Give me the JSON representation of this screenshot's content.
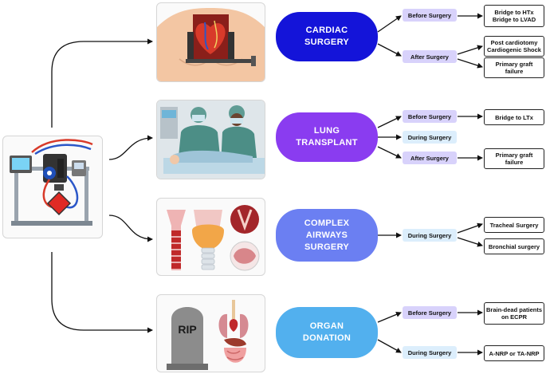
{
  "colors": {
    "cardiac": "#1414d9",
    "lung": "#8a3cf0",
    "airways": "#6b7ff2",
    "organ": "#52b0ee",
    "stage_purple": "#d8d2fb",
    "stage_blue": "#dceefc"
  },
  "icons": {
    "ecmo_machine": "ecmo-machine-icon",
    "cardiac": "open-chest-heart-icon",
    "lung": "surgeons-operating-icon",
    "airways": "trachea-larynx-icon",
    "organ": "tombstone-organs-icon"
  },
  "tombstone_text": "RIP",
  "sections": [
    {
      "title": "CARDIAC\nSURGERY",
      "stages": [
        {
          "label": "Before Surgery",
          "outcomes": [
            "Bridge to HTx\nBridge to LVAD"
          ]
        },
        {
          "label": "After Surgery",
          "outcomes": [
            "Post cardiotomy\nCardiogenic Shock",
            "Primary graft\nfailure"
          ]
        }
      ]
    },
    {
      "title": "LUNG\nTRANSPLANT",
      "stages": [
        {
          "label": "Before Surgery",
          "outcomes": [
            "Bridge to LTx"
          ]
        },
        {
          "label": "During Surgery",
          "outcomes": []
        },
        {
          "label": "After Surgery",
          "outcomes": [
            "Primary graft\nfailure"
          ]
        }
      ]
    },
    {
      "title": "COMPLEX\nAIRWAYS\nSURGERY",
      "stages": [
        {
          "label": "During Surgery",
          "outcomes": [
            "Tracheal Surgery",
            "Bronchial surgery"
          ]
        }
      ]
    },
    {
      "title": "ORGAN\nDONATION",
      "stages": [
        {
          "label": "Before Surgery",
          "outcomes": [
            "Brain-dead patients\non ECPR"
          ]
        },
        {
          "label": "During Surgery",
          "outcomes": [
            "A-NRP or TA-NRP"
          ]
        }
      ]
    }
  ]
}
